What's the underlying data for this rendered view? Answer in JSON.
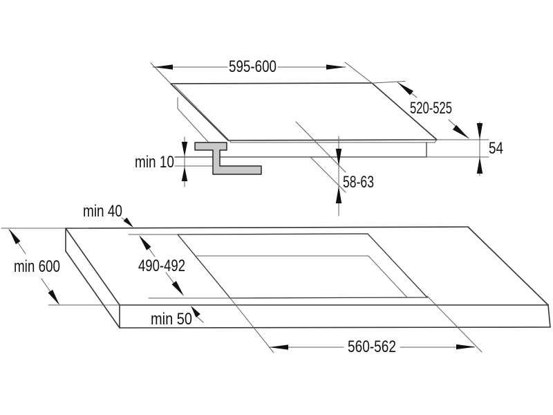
{
  "diagram": {
    "colors": {
      "background": "#ffffff",
      "line": "#333333",
      "thin_line": "#5c5c5c",
      "arrow": "#111111",
      "text": "#111111",
      "bracket_fill": "#c9c9c9"
    },
    "top_view": {
      "dims": {
        "width": "595-600",
        "depth": "520-525",
        "total_height": "54",
        "built_in_depth": "58-63",
        "clearance_below": "min 10"
      }
    },
    "bottom_view": {
      "dims": {
        "back_edge_distance": "min 40",
        "worktop_depth": "min 600",
        "cutout_depth": "490-492",
        "front_edge_distance": "min 50",
        "cutout_width": "560-562"
      }
    }
  }
}
